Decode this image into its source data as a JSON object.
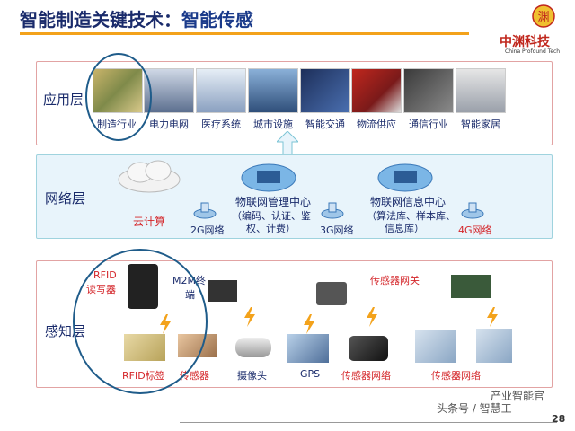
{
  "header": {
    "title_main": "智能制造关键技术：",
    "title_sub": "智能传感"
  },
  "logo": {
    "glyph": "渊",
    "name_cn": "中渊科技",
    "name_en": "China Profound Tech"
  },
  "layers": {
    "app_label": "应用层",
    "net_label": "网络层",
    "sense_label": "感知层"
  },
  "applications": [
    "制造行业",
    "电力电网",
    "医疗系统",
    "城市设施",
    "智能交通",
    "物流供应",
    "通信行业",
    "智能家居"
  ],
  "network": {
    "cloud_compute": "云计算",
    "net_2g": "2G网络",
    "net_3g": "3G网络",
    "net_4g": "4G网络",
    "mgmt_center": "物联网管理中心",
    "mgmt_detail_1": "（编码、认证、鉴",
    "mgmt_detail_2": "权、计费）",
    "info_center": "物联网信息中心",
    "info_detail_1": "（算法库、样本库、",
    "info_detail_2": "信息库）"
  },
  "sensing": {
    "rfid_reader_1": "RFID",
    "rfid_reader_2": "读写器",
    "m2m_1": "M2M终",
    "m2m_2": "端",
    "sensor_gateway": "传感器网关",
    "rfid_tag": "RFID标签",
    "sensor": "传感器",
    "camera": "摄像头",
    "gps": "GPS",
    "sensor_net_1": "传感器网络",
    "sensor_net_2": "传感器网络"
  },
  "footer": {
    "watermark_top": "产业智能官",
    "watermark_bottom": "头条号 / 智慧工",
    "page_number": "28"
  },
  "colors": {
    "title": "#1a2b6b",
    "accent_orange": "#f3a21b",
    "label_red": "#d4262a",
    "net_bg": "#e8f4fb",
    "circle": "#1f5c8a"
  }
}
